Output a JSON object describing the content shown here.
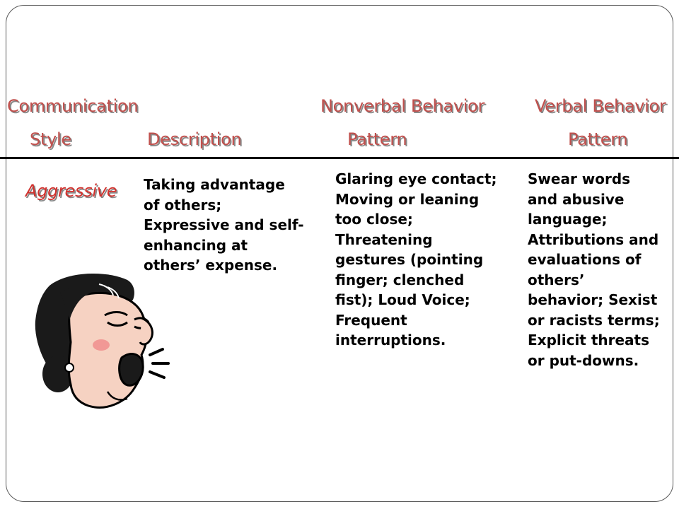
{
  "headers": {
    "communication": "Communication",
    "style": "Style",
    "description": "Description",
    "nonverbal": "Nonverbal Behavior",
    "nonverbal_pattern": "Pattern",
    "verbal": "Verbal Behavior",
    "verbal_pattern": "Pattern"
  },
  "row": {
    "style": "Aggressive",
    "description": [
      "Taking advantage",
      "of others;",
      "Expressive and self-",
      "enhancing at",
      "others’ expense."
    ],
    "nonverbal": [
      "Glaring eye contact;",
      "Moving or leaning",
      "too close;",
      "Threatening",
      "gestures (pointing",
      "finger; clenched",
      "fist); Loud Voice;",
      "Frequent",
      "interruptions."
    ],
    "verbal": [
      "Swear words",
      "and abusive",
      "language;",
      "Attributions and",
      "evaluations of",
      "others’",
      "behavior; Sexist",
      "or racists terms;",
      "Explicit threats",
      "or put-downs."
    ]
  },
  "colors": {
    "header": "#c0504d",
    "style_label": "#d0312d",
    "frame": "#5a5a5a"
  },
  "illustration": "angry-shouting-face-clipart"
}
